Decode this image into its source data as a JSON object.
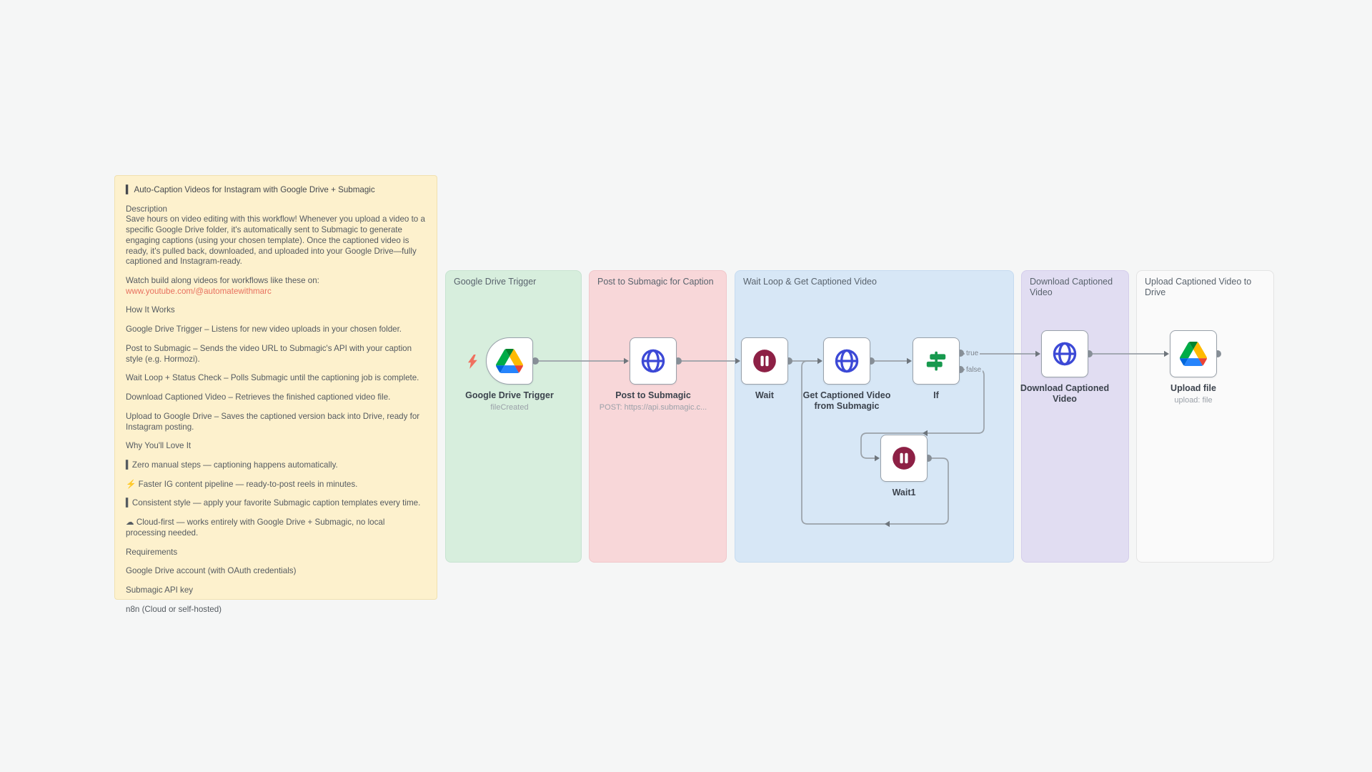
{
  "canvas": {
    "background": "#f5f6f6"
  },
  "sticky": {
    "background": "#fdf1cd",
    "border_color": "#f0e1b0",
    "title": "▍ Auto-Caption Videos for Instagram with Google Drive + Submagic",
    "description_label": "Description",
    "description": "Save hours on video editing with this workflow! Whenever you upload a video to a specific Google Drive folder, it's automatically sent to Submagic to generate engaging captions (using your chosen template). Once the captioned video is ready, it's pulled back, downloaded, and uploaded into your Google Drive—fully captioned and Instagram-ready.",
    "watch_line": "Watch build along videos for workflows like these on:",
    "link": "www.youtube.com/@automatewithmarc",
    "link_color": "#e8705f",
    "how_heading": "How It Works",
    "how_items": [
      "Google Drive Trigger – Listens for new video uploads in your chosen folder.",
      "Post to Submagic – Sends the video URL to Submagic's API with your caption style (e.g. Hormozi).",
      "Wait Loop + Status Check – Polls Submagic until the captioning job is complete.",
      "Download Captioned Video – Retrieves the finished captioned video file.",
      "Upload to Google Drive – Saves the captioned version back into Drive, ready for Instagram posting."
    ],
    "why_heading": "Why You'll Love It",
    "why_items": [
      "▍Zero manual steps — captioning happens automatically.",
      "⚡ Faster IG content pipeline — ready-to-post reels in minutes.",
      "▍Consistent style — apply your favorite Submagic caption templates every time.",
      "☁ Cloud-first — works entirely with Google Drive + Submagic, no local processing needed."
    ],
    "requirements_heading": "Requirements",
    "requirements_items": [
      "Google Drive account (with OAuth credentials)",
      "Submagic API key",
      "n8n (Cloud or self-hosted)"
    ]
  },
  "groups": [
    {
      "label": "Google Drive Trigger",
      "bg": "#d7eedd",
      "border": "#c7e3d1"
    },
    {
      "label": "Post to Submagic for Caption",
      "bg": "#f8d7d9",
      "border": "#f0c6ca"
    },
    {
      "label": "Wait Loop & Get Captioned Video",
      "bg": "#d7e7f6",
      "border": "#c5dbf0"
    },
    {
      "label": "Download Captioned Video",
      "bg": "#e1ddf2",
      "border": "#d4cdeb"
    },
    {
      "label": "Upload Captioned Video to Drive",
      "bg": "#fafafa",
      "border": "#e4e4e4"
    }
  ],
  "nodes": [
    {
      "label": "Google Drive Trigger",
      "subtitle": "fileCreated"
    },
    {
      "label": "Post to Submagic",
      "subtitle": "POST: https://api.submagic.c..."
    },
    {
      "label": "Wait",
      "subtitle": ""
    },
    {
      "label": "Get Captioned Video from Submagic",
      "subtitle": ""
    },
    {
      "label": "If",
      "subtitle": ""
    },
    {
      "label": "Wait1",
      "subtitle": ""
    },
    {
      "label": "Download Captioned Video",
      "subtitle": ""
    },
    {
      "label": "Upload file",
      "subtitle": "upload: file"
    }
  ],
  "edges": {
    "true_label": "true",
    "false_label": "false",
    "line_color": "#9aa1a8"
  },
  "icon_colors": {
    "http_globe_blue": "#3c49d6",
    "wait_pause_maroon": "#8d2045",
    "if_signpost_green": "#17994e",
    "trigger_bolt_coral": "#f0705f",
    "drive_green": "#00ac47",
    "drive_yellow": "#ffba00",
    "drive_blue": "#2684fc"
  }
}
